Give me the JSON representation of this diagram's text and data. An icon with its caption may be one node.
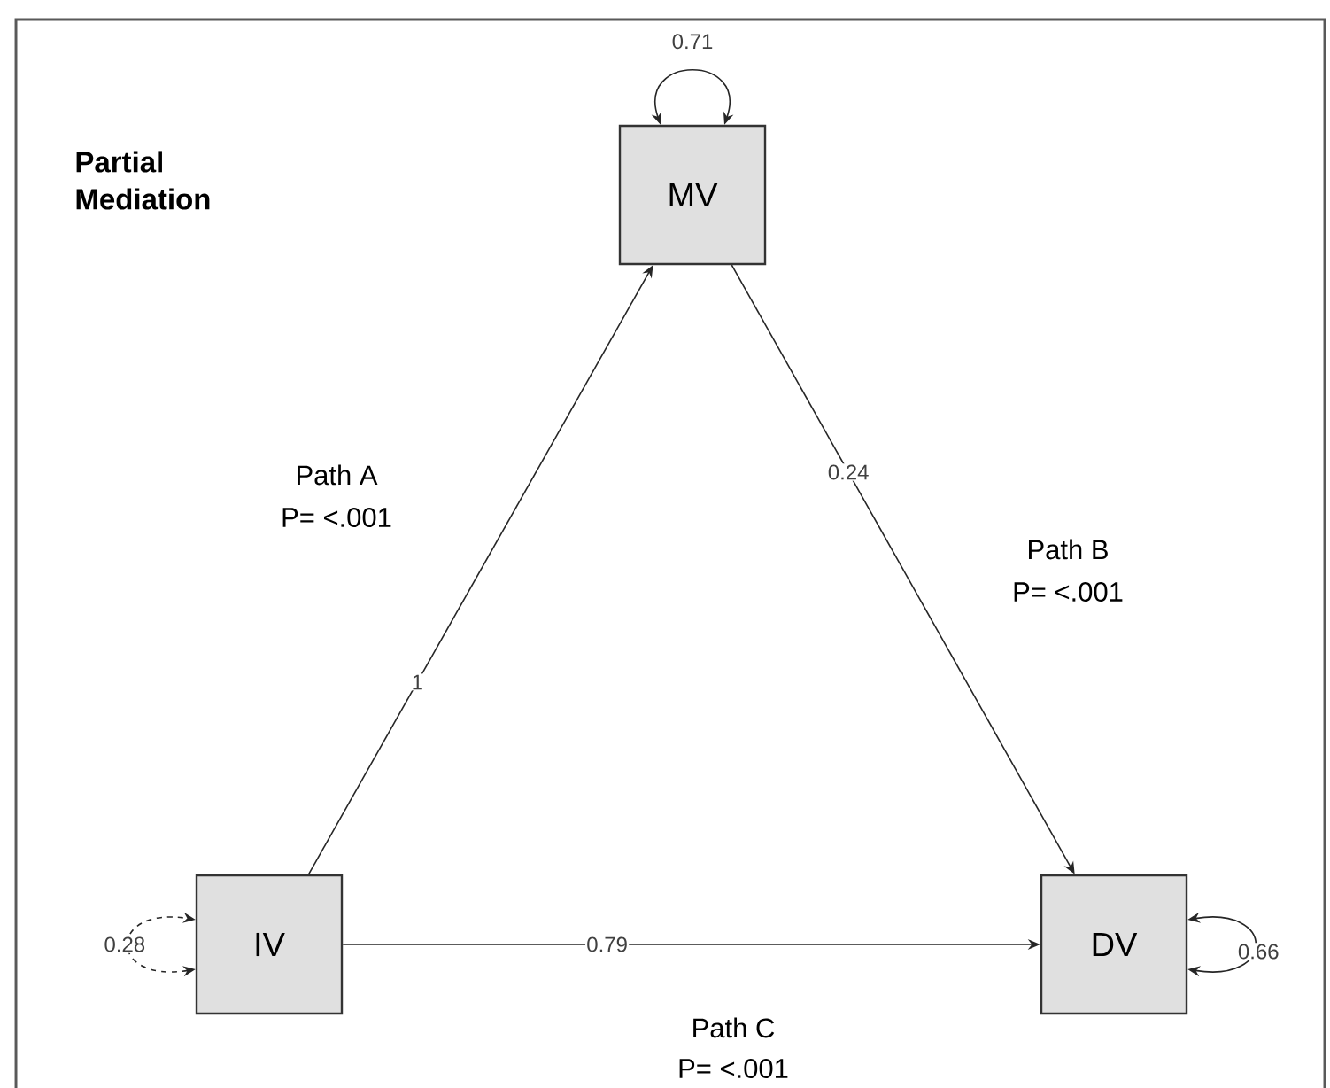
{
  "diagram": {
    "title": "Partial Mediation",
    "nodes": [
      {
        "text": [
          "MV"
        ]
      },
      {
        "text": [
          "IV"
        ]
      },
      {
        "text": [
          "DV"
        ]
      }
    ],
    "edges": [
      {
        "from": 1,
        "to": 0,
        "arrow": "to",
        "label": "1"
      },
      {
        "from": 0,
        "to": 2,
        "arrow": "to",
        "label": "0.24"
      },
      {
        "from": 1,
        "to": 2,
        "arrow": "to",
        "label": "0.79"
      },
      {
        "from": 0,
        "to": 0,
        "arrow": "both",
        "label": "0.71"
      },
      {
        "from": 1,
        "to": 1,
        "arrow": "both",
        "label": "0.28",
        "style": "dashed"
      },
      {
        "from": 2,
        "to": 2,
        "arrow": "both",
        "label": "0.66"
      }
    ],
    "labels": [
      "Path A",
      "P= <.001",
      "Path B",
      "P= <.001",
      "Path C",
      "P= <.001"
    ]
  }
}
